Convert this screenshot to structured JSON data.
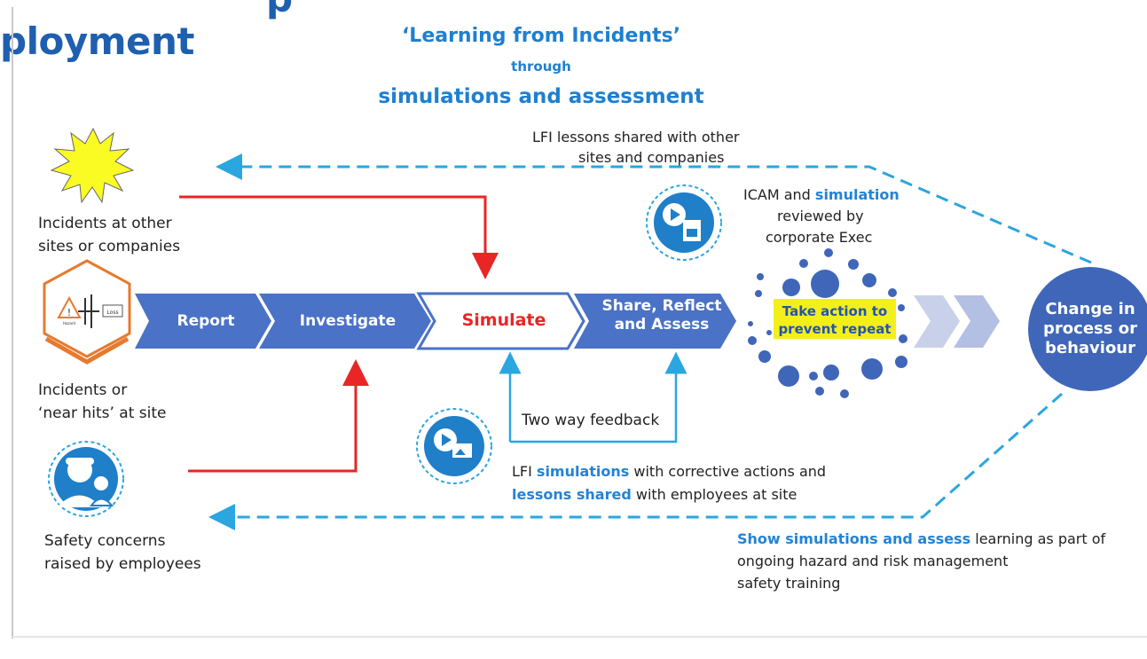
{
  "title_partial": "ployment",
  "title_cut_text": "p",
  "heading": {
    "line1": "‘Learning from Incidents’",
    "line2": "through",
    "line3": "simulations and assessment"
  },
  "inputs": {
    "other_sites": "Incidents at other sites or companies",
    "other_sites_l1": "Incidents at other",
    "other_sites_l2": "sites or companies",
    "near_hits_l1": "Incidents or",
    "near_hits_l2": "‘near hits’ at site",
    "concerns_l1": "Safety concerns",
    "concerns_l2": "raised by employees",
    "hex_loss_label": "Loss",
    "hex_hazard_label": "Hazard"
  },
  "steps": {
    "report": "Report",
    "investigate": "Investigate",
    "simulate": "Simulate",
    "share_l1": "Share, Reflect",
    "share_l2": "and Assess",
    "action_l1": "Take action to",
    "action_l2": "prevent repeat",
    "change_l1": "Change in",
    "change_l2": "process or",
    "change_l3": "behaviour"
  },
  "notes": {
    "lessons_l1": "LFI lessons shared with other",
    "lessons_l2": "sites and companies",
    "icam_pre": "ICAM and ",
    "icam_blue": "simulation",
    "icam_l2": "reviewed by",
    "icam_l3": "corporate Exec",
    "feedback": "Two way feedback",
    "lfi_pre": "LFI ",
    "lfi_blue": "simulations",
    "lfi_post": " with corrective actions and",
    "lfi_l2_blue": "lessons shared",
    "lfi_l2_post": " with employees at site",
    "show_blue": "Show simulations and assess",
    "show_post": " learning as part of",
    "show_l2": "ongoing hazard and risk management",
    "show_l3": "safety training"
  },
  "colors": {
    "title": "#1f5fb0",
    "step_fill": "#4a72c6",
    "red_arrow": "#e82626",
    "light_blue": "#2aa6e0",
    "dashed": "#2aa6e0",
    "highlight": "#f3ef1a",
    "change_circle": "#3f66b8",
    "hex_border": "#e77a2e"
  },
  "icons": [
    "starburst-icon",
    "hazard-loss-hex-icon",
    "workers-icon",
    "simulation-doc-icon",
    "simulation-play-icon"
  ]
}
